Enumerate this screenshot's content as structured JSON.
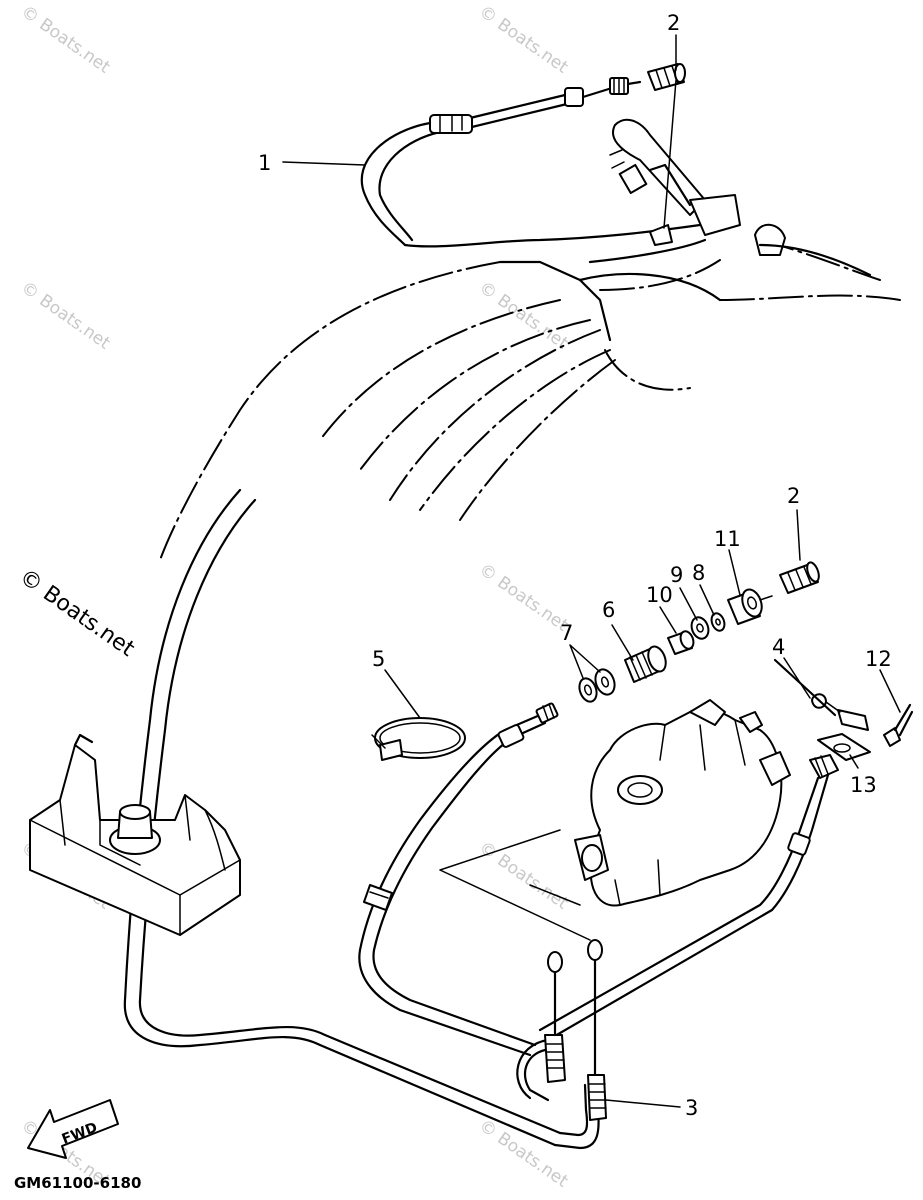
{
  "diagram": {
    "drawing_code": "GM61100-6180",
    "direction_label": "FWD",
    "watermark": "© Boats.net",
    "callouts": [
      {
        "id": "c1",
        "label": "1"
      },
      {
        "id": "c2a",
        "label": "2"
      },
      {
        "id": "c2b",
        "label": "2"
      },
      {
        "id": "c3",
        "label": "3"
      },
      {
        "id": "c4",
        "label": "4"
      },
      {
        "id": "c5",
        "label": "5"
      },
      {
        "id": "c6",
        "label": "6"
      },
      {
        "id": "c7",
        "label": "7"
      },
      {
        "id": "c8",
        "label": "8"
      },
      {
        "id": "c9",
        "label": "9"
      },
      {
        "id": "c10",
        "label": "10"
      },
      {
        "id": "c11",
        "label": "11"
      },
      {
        "id": "c12",
        "label": "12"
      },
      {
        "id": "c13",
        "label": "13"
      }
    ]
  }
}
